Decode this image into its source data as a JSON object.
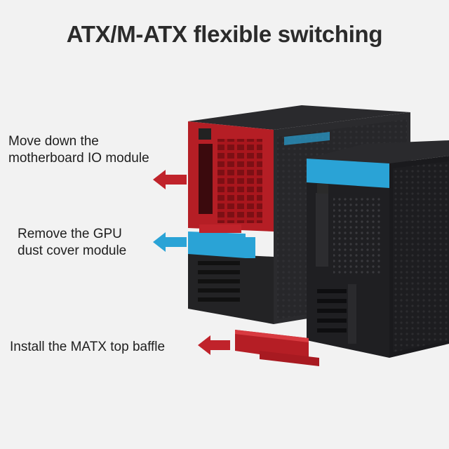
{
  "title": "ATX/M-ATX flexible switching",
  "labels": {
    "io_module": [
      "Move down the",
      "motherboard IO module"
    ],
    "gpu_cover": [
      "Remove the GPU",
      "dust cover module"
    ],
    "matx_baffle": "Install the MATX top baffle"
  },
  "colors": {
    "red": "#c0232b",
    "blue": "#2aa3d6",
    "case_dark": "#1c1c1e",
    "background": "#f2f2f2"
  },
  "icons": [
    "arrow-left-icon"
  ]
}
